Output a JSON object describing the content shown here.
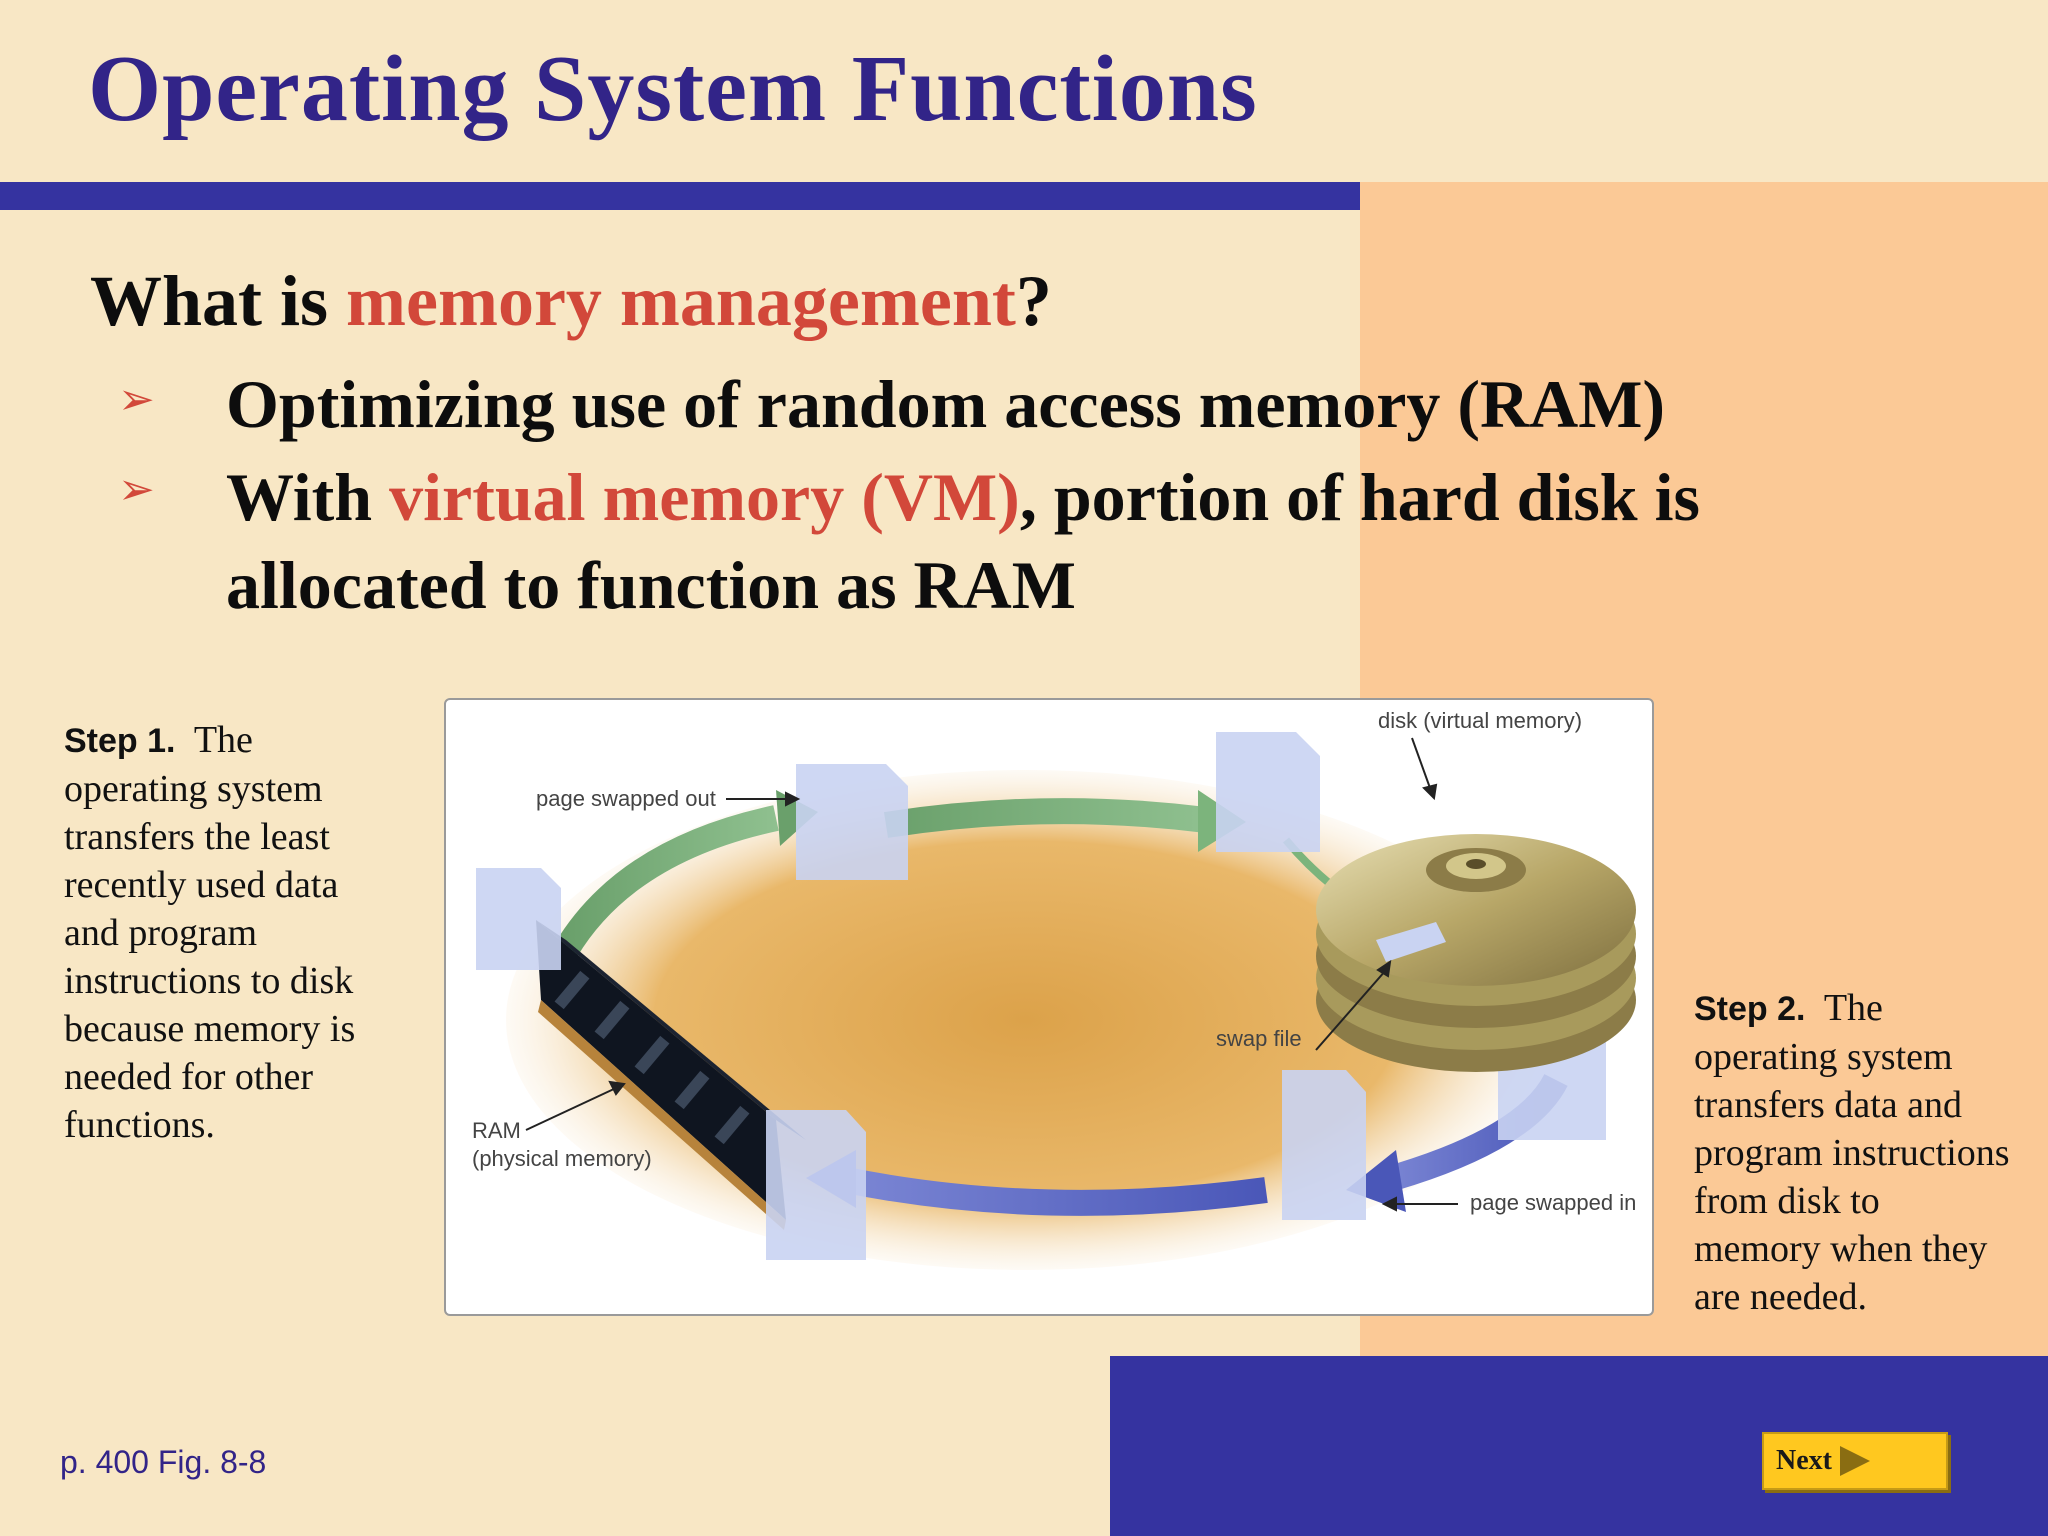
{
  "slide": {
    "title": "Operating System Functions",
    "question_prefix": "What is ",
    "question_highlight": "memory management",
    "question_suffix": "?",
    "bullet_marker": "➢",
    "bullets": [
      {
        "text": "Optimizing use of random access memory (RAM)"
      },
      {
        "pre": "With ",
        "highlight": "virtual memory (VM)",
        "post": ", portion of hard disk is",
        "line2": "allocated to function as RAM"
      }
    ]
  },
  "steps": {
    "step1_label": "Step 1.",
    "step1_text": "The",
    "step1_lines": [
      "operating system",
      "transfers the least",
      "recently used data",
      "and program",
      "instructions to disk",
      "because memory is",
      "needed for other",
      "functions."
    ],
    "step2_label": "Step 2.",
    "step2_text": "The",
    "step2_lines": [
      "operating system",
      "transfers data and",
      "program instructions",
      "from disk to",
      "memory when they",
      "are needed."
    ]
  },
  "figure": {
    "label_page_out": "page swapped out",
    "label_disk": "disk (virtual memory)",
    "label_swap": "swap file",
    "label_ram": "RAM",
    "label_ram_sub": "(physical memory)",
    "label_page_in": "page swapped in"
  },
  "footer": {
    "reference": "p. 400 Fig. 8-8",
    "next_label": "Next"
  },
  "colors": {
    "background": "#f8e7c5",
    "right_panel": "#fbc996",
    "bar": "#3533a0",
    "title": "#322488",
    "highlight": "#d2483a",
    "next_button": "#ffc81f"
  }
}
